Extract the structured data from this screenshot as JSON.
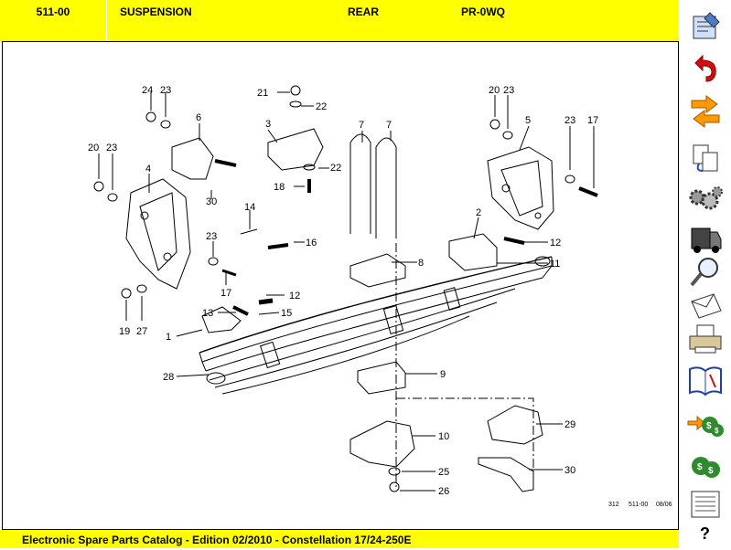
{
  "header": {
    "group_code": "511-00",
    "title": "SUSPENSION",
    "position": "REAR",
    "pr_code": "PR-0WQ",
    "blank": ""
  },
  "diagram": {
    "callouts": [
      "24",
      "23",
      "21",
      "22",
      "20",
      "23",
      "7",
      "7",
      "6",
      "3",
      "5",
      "23",
      "17",
      "20",
      "23",
      "4",
      "22",
      "18",
      "30",
      "14",
      "2",
      "23",
      "16",
      "12",
      "11",
      "8",
      "17",
      "12",
      "13",
      "15",
      "19",
      "27",
      "1",
      "9",
      "28",
      "10",
      "29",
      "25",
      "30",
      "26"
    ],
    "reference": {
      "figure": "312",
      "group": "511-00",
      "date": "08/06"
    }
  },
  "footer": {
    "text": "Electronic Spare Parts Catalog - Edition 02/2010 - Constellation 17/24-250E"
  },
  "toolbar": {
    "buttons": [
      "notepad-icon",
      "undo-icon",
      "next-previous-icon",
      "copy-icon",
      "settings-gears-icon",
      "truck-icon",
      "magnifier-icon",
      "mail-icon",
      "printer-icon",
      "book-icon",
      "price-forward-icon",
      "price-icon",
      "document-list-icon"
    ],
    "help_label": "?"
  },
  "colors": {
    "header_bg": "#ffff00",
    "accent_red": "#cc0000",
    "accent_orange": "#ff9900",
    "money_green": "#2e8b2e"
  }
}
